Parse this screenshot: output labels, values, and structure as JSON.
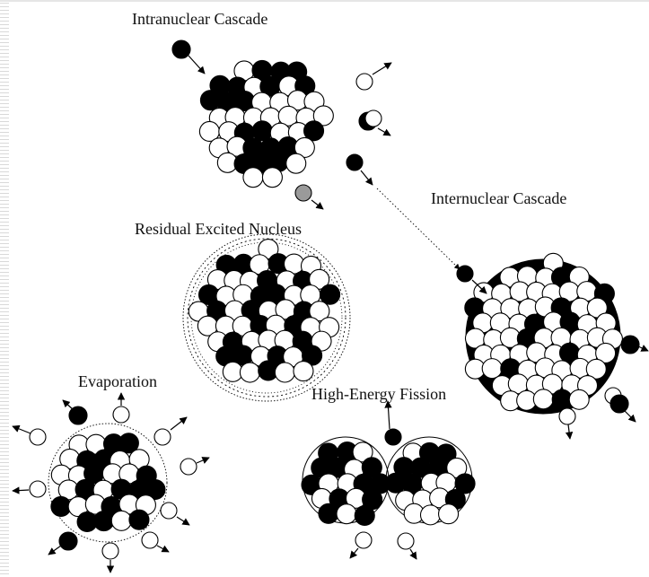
{
  "labels": {
    "intranuclear": "Intranuclear Cascade",
    "internuclear": "Internuclear Cascade",
    "residual": "Residual Excited Nucleus",
    "evaporation": "Evaporation",
    "fission": "High-Energy Fission"
  },
  "colors": {
    "proton": "#000000",
    "neutron": "#ffffff",
    "pion": "#9a9a9a",
    "stroke": "#000000"
  }
}
